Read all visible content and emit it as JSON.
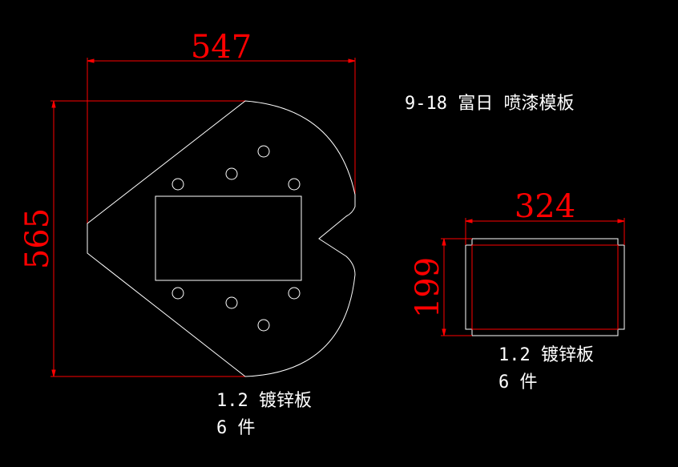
{
  "title": "9-18 富日 喷漆模板",
  "part1": {
    "width_dim": "547",
    "height_dim": "565",
    "material": "1.2 镀锌板",
    "quantity": "6 件"
  },
  "part2": {
    "width_dim": "324",
    "height_dim": "199",
    "material": "1.2 镀锌板",
    "quantity": "6 件"
  },
  "colors": {
    "background": "#000000",
    "geometry": "#ffffff",
    "dimension": "#ff0000"
  }
}
